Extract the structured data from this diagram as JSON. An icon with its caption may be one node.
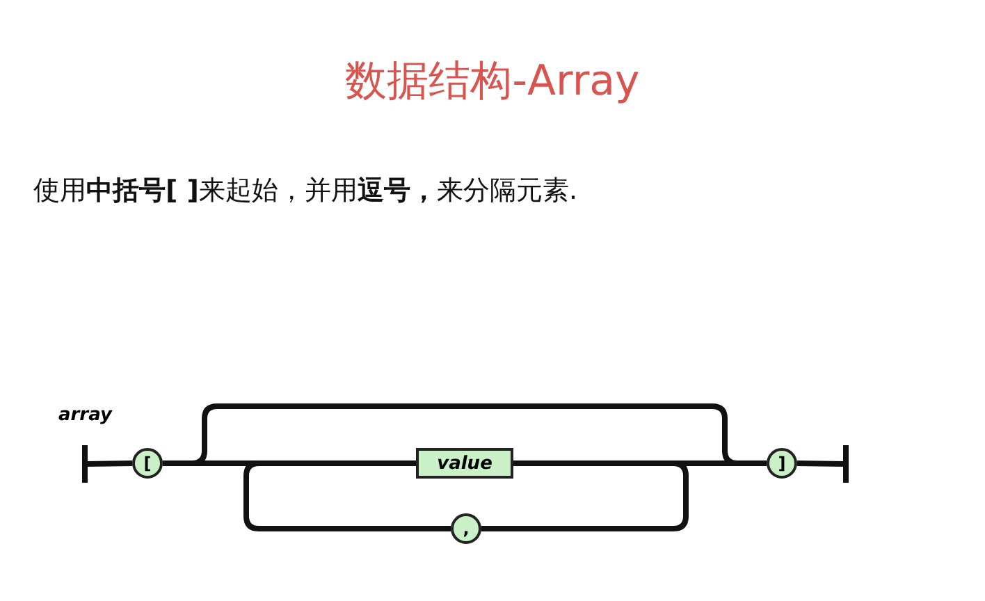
{
  "diagram": {
    "title": "数据结构-Array",
    "nodes": [
      {
        "text": [],
        "shape": "bar"
      },
      {
        "text": [
          "["
        ]
      },
      {
        "text": [
          "value"
        ]
      },
      {
        "text": [
          ","
        ]
      },
      {
        "text": [
          "]"
        ]
      },
      {
        "text": [],
        "shape": "bar"
      }
    ],
    "edges": [
      {
        "from": 0,
        "to": 1,
        "arrow": "none"
      },
      {
        "from": 1,
        "to": 2,
        "arrow": "none"
      },
      {
        "from": 1,
        "to": 4,
        "arrow": "none"
      },
      {
        "from": 2,
        "to": 3,
        "arrow": "none"
      },
      {
        "from": 3,
        "to": 2,
        "arrow": "none"
      },
      {
        "from": 2,
        "to": 4,
        "arrow": "none"
      },
      {
        "from": 4,
        "to": 5,
        "arrow": "none"
      }
    ],
    "labels": [
      "使用**中括号[ ]**来起始，并用**逗号，**来分隔元素.",
      "array"
    ]
  }
}
